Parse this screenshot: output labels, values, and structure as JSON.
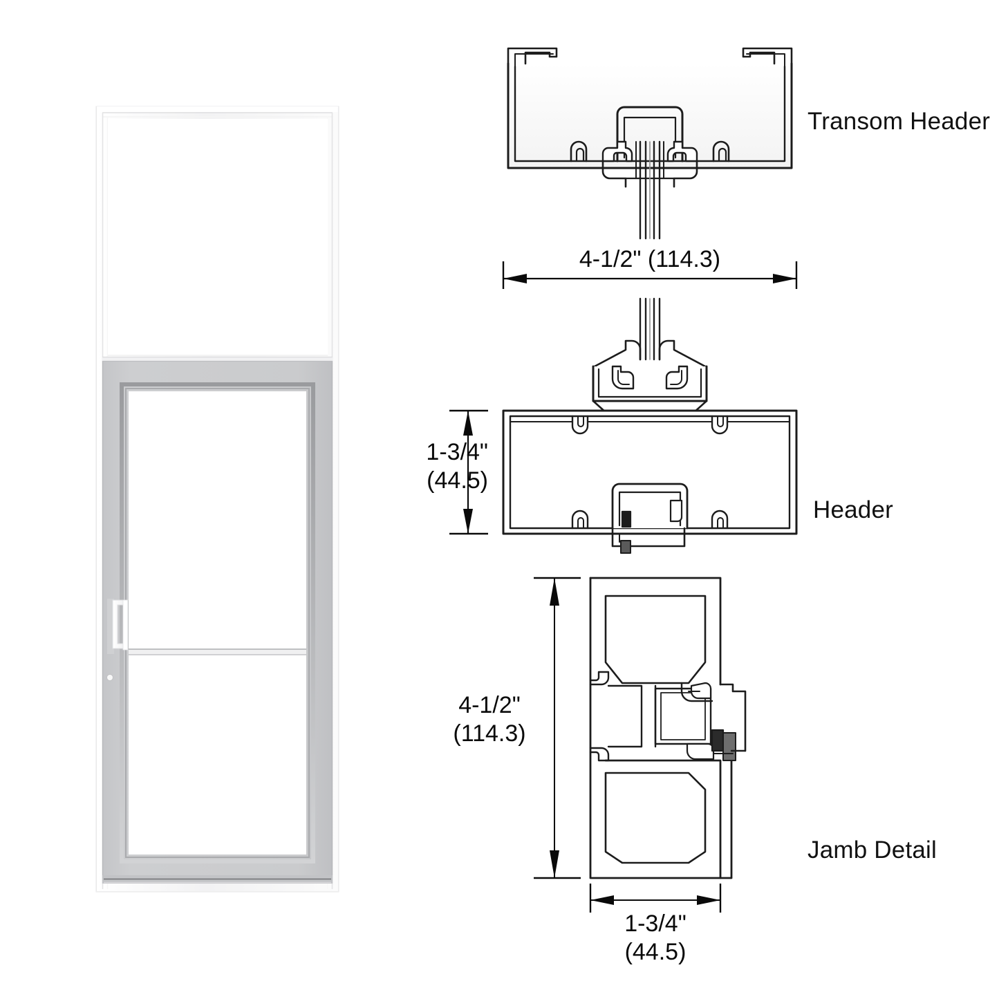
{
  "drawing": {
    "title_visible": false,
    "background_color": "#ffffff",
    "line_color": "#1a1a1a"
  },
  "labels": {
    "transom_header": "Transom Header",
    "header": "Header",
    "jamb_detail": "Jamb Detail"
  },
  "dimensions": {
    "transom_width": {
      "imperial": "4-1/2\"",
      "metric": "(114.3)",
      "combined": "4-1/2\" (114.3)",
      "orientation": "horizontal"
    },
    "header_height": {
      "imperial": "1-3/4\"",
      "metric": "(44.5)",
      "orientation": "vertical"
    },
    "jamb_depth": {
      "imperial": "4-1/2\"",
      "metric": "(114.3)",
      "orientation": "vertical"
    },
    "jamb_width": {
      "imperial": "1-3/4\"",
      "metric": "(44.5)",
      "orientation": "horizontal"
    }
  },
  "elevation": {
    "name": "door-elevation",
    "frame_color": "#fdfdfd",
    "panel_color": "#c9cacc",
    "glass_color": "#ffffff",
    "transom_present": true,
    "door_present": true,
    "hardware": [
      "offset-pull-handle",
      "lock-cylinder",
      "horizontal-muntin"
    ]
  },
  "sections": [
    {
      "name": "transom-header-section",
      "label": "Transom Header"
    },
    {
      "name": "header-section",
      "label": "Header"
    },
    {
      "name": "jamb-section",
      "label": "Jamb Detail"
    }
  ]
}
